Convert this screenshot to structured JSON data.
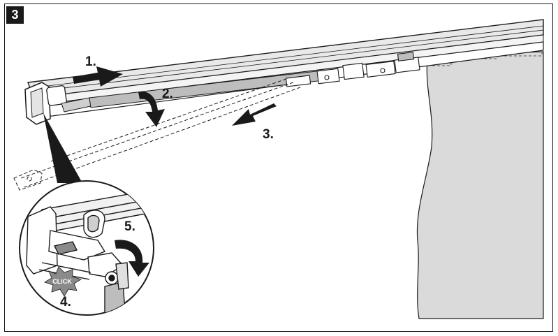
{
  "figure": {
    "step_number": "3",
    "steps": {
      "s1": "1.",
      "s2": "2.",
      "s3": "3.",
      "s4": "4.",
      "s5": "5."
    },
    "click_text": "CLICK"
  },
  "colors": {
    "line": "#1a1a1a",
    "rail": "#e9e9e9",
    "fabric": "#dadada",
    "arm": "#bdbdbd",
    "click_burst": "#8a8a8a"
  }
}
